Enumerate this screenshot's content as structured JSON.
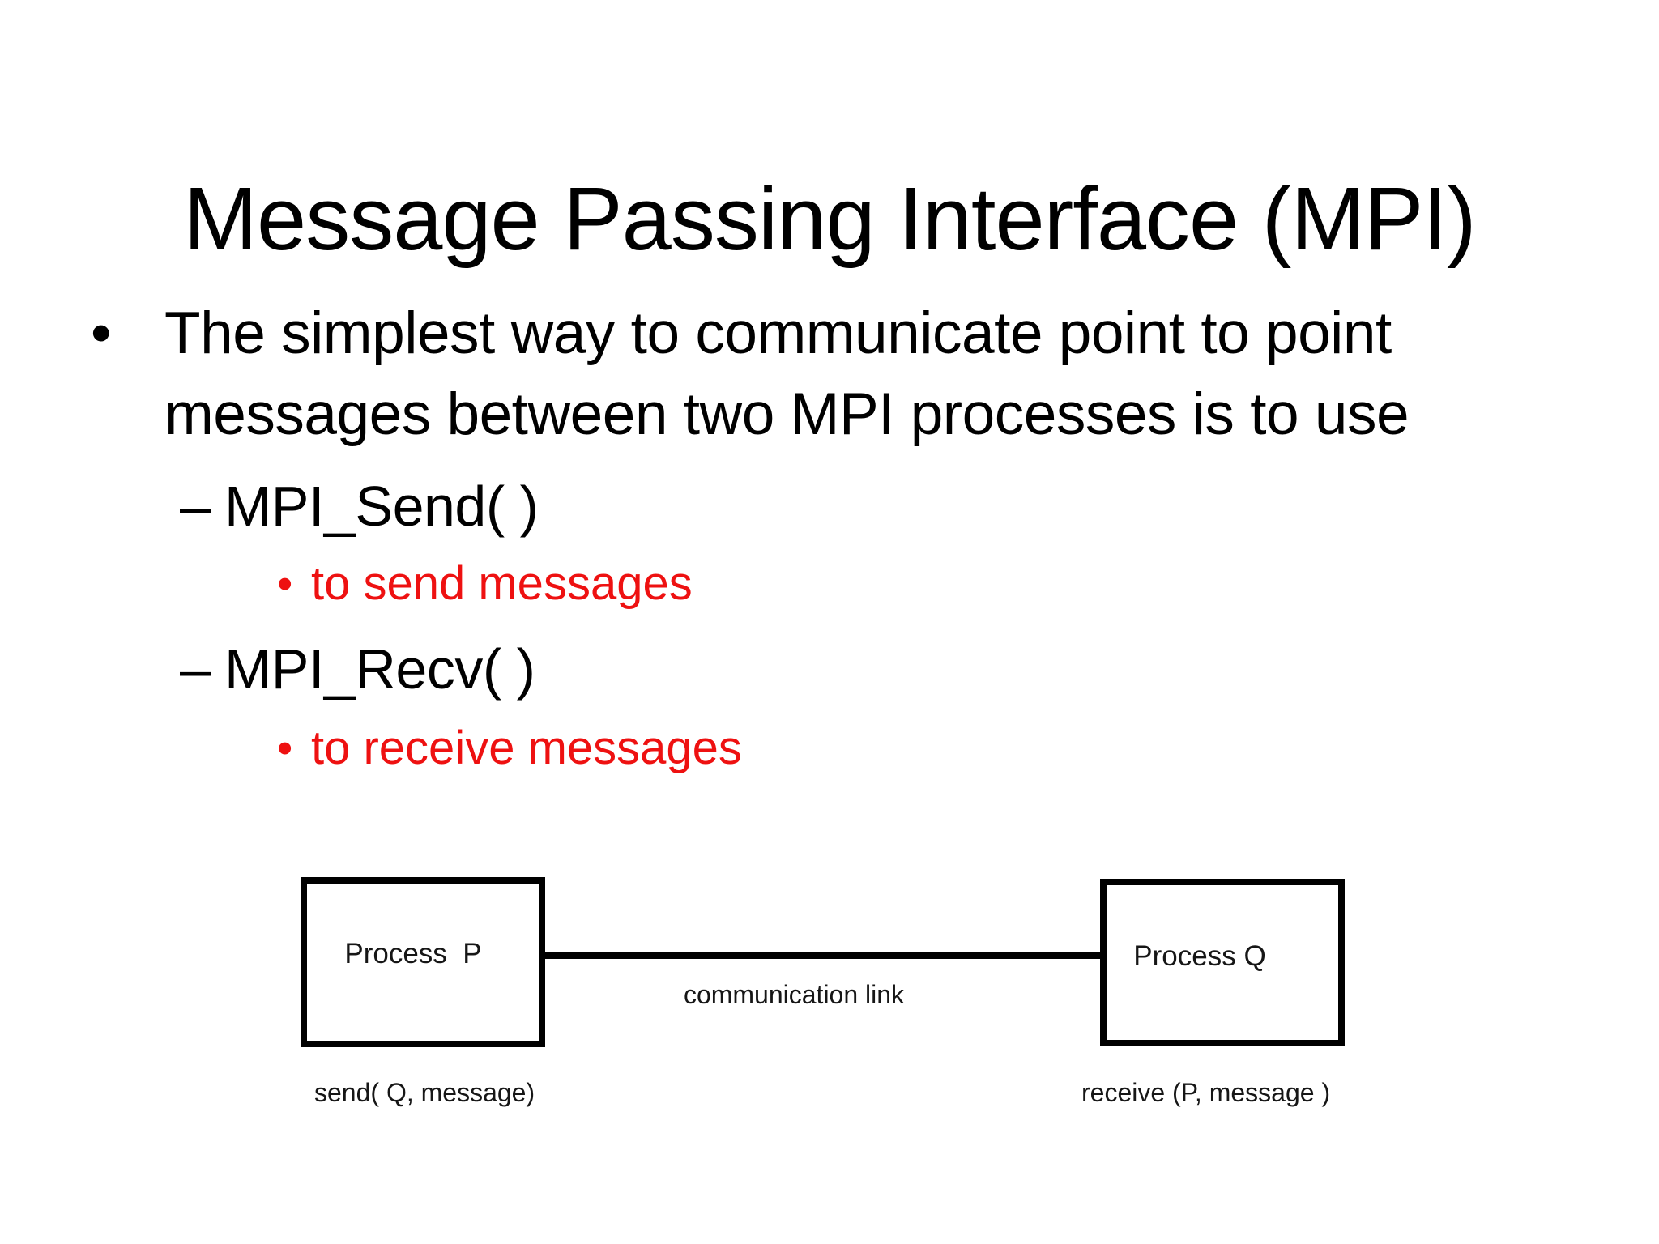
{
  "title": "Message Passing Interface (MPI)",
  "bullets": {
    "glyph_dot": "•",
    "glyph_dash": "–",
    "intro": "The simplest way to communicate point to point messages between two MPI processes is to use",
    "items": [
      {
        "label": "MPI_Send( )",
        "detail": "to send messages"
      },
      {
        "label": "MPI_Recv( )",
        "detail": "to receive messages"
      }
    ]
  },
  "diagram": {
    "process_p_label": "Process  P",
    "process_q_label": "Process Q",
    "link_label": "communication link",
    "send_caption": "send( Q, message)",
    "receive_caption": "receive (P, message )"
  },
  "colors": {
    "detail_red": "#ee1111",
    "ink": "#000000"
  }
}
